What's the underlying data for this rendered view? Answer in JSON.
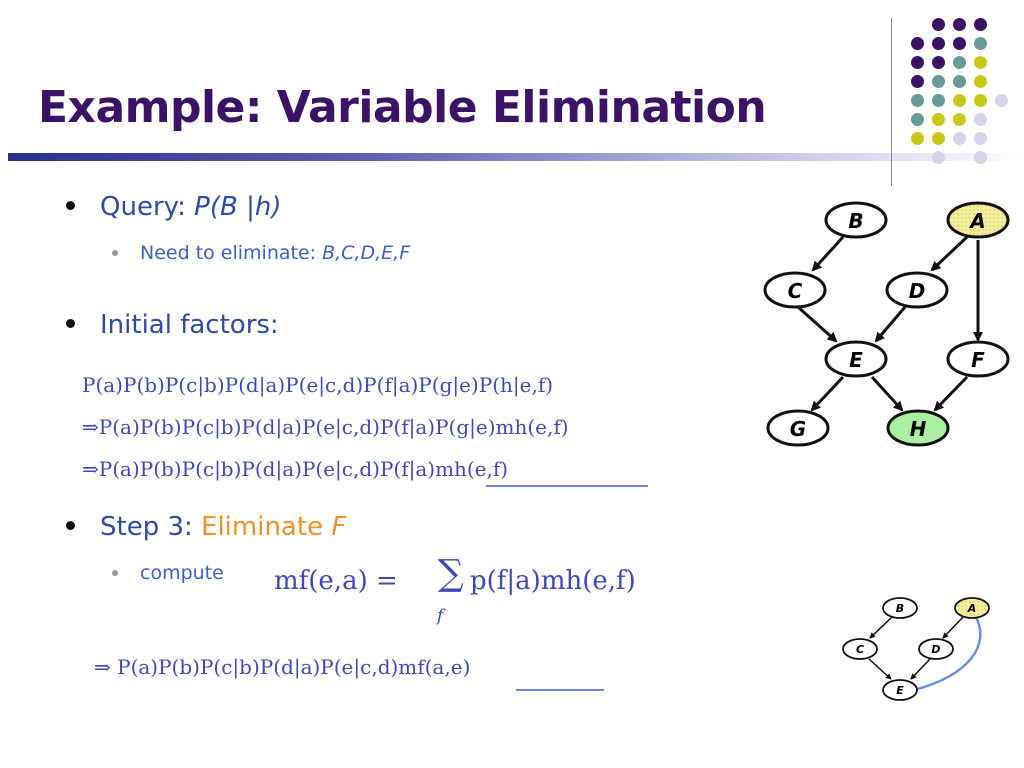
{
  "slide": {
    "title": "Example: Variable Elimination",
    "bullets": {
      "query_label": "Query: ",
      "query_value": "P(B |h)",
      "eliminate_label": "Need to eliminate: ",
      "eliminate_value": "B,C,D,E,F",
      "initial_factors": "Initial factors:",
      "step3_label": "Step 3: ",
      "step3_action": "Eliminate ",
      "step3_var": "F",
      "compute": "compute"
    },
    "equations": {
      "line1": "P(a)P(b)P(c|b)P(d|a)P(e|c,d)P(f|a)P(g|e)P(h|e,f)",
      "line2": "⇒P(a)P(b)P(c|b)P(d|a)P(e|c,d)P(f|a)P(g|e)mh(e,f)",
      "line3": "⇒P(a)P(b)P(c|b)P(d|a)P(e|c,d)P(f|a)mh(e,f)",
      "compute_lhs": "mf(e,a) = ",
      "compute_sum": "∑",
      "compute_sum_index": "f",
      "compute_rhs": "p(f|a)mh(e,f)",
      "result": "⇒  P(a)P(b)P(c|b)P(d|a)P(e|c,d)mf(a,e)"
    },
    "graph_large": {
      "nodes": [
        "B",
        "A",
        "C",
        "D",
        "E",
        "F",
        "G",
        "H"
      ]
    },
    "graph_small": {
      "nodes": [
        "B",
        "A",
        "C",
        "D",
        "E"
      ]
    },
    "colors": {
      "title": "#3b1266",
      "bullet_text": "#2e4aa6",
      "orange": "#f0902a",
      "equation": "#3b4ab8",
      "node_a": "#f3ee9a",
      "node_h": "#a9f0a0",
      "dot_purple": "#3b1266",
      "dot_teal": "#6a9a98",
      "dot_olive": "#c8c81a",
      "dot_lavender": "#d4d4ea"
    }
  }
}
